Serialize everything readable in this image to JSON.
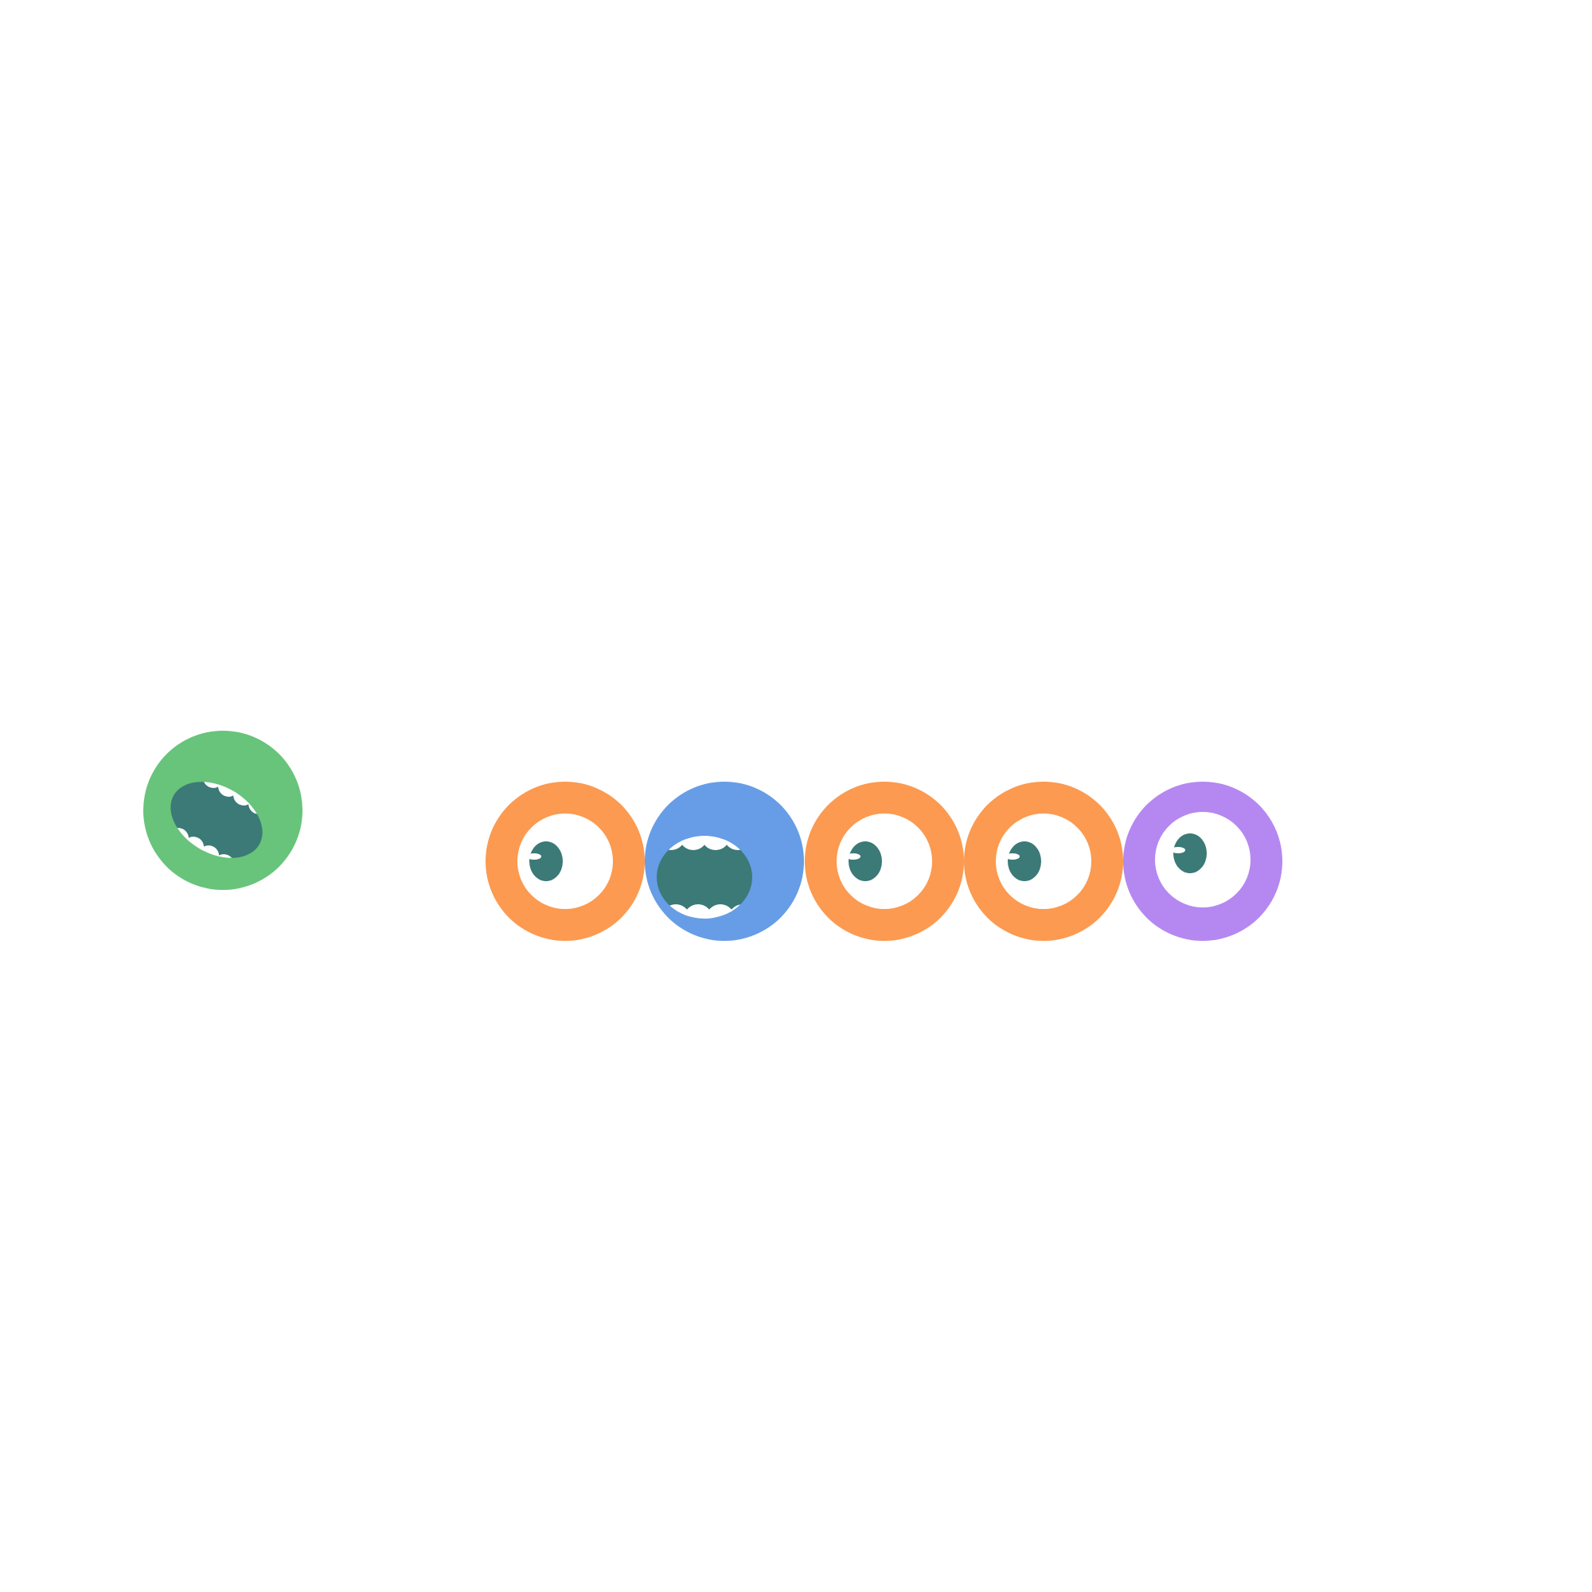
{
  "game": {
    "background": "#ffffff",
    "player": {
      "kind": "chomper",
      "color": "#67c47a",
      "mouth_color": "#3b7a76",
      "tooth_color": "#ffffff",
      "icon": "open-mouth-monster"
    },
    "queue": [
      {
        "kind": "eye",
        "color": "#fb9a50",
        "sclera": "#ffffff",
        "pupil": "#3b7a76",
        "icon": "eye-monster"
      },
      {
        "kind": "chomper",
        "color": "#669de6",
        "mouth_color": "#3b7a76",
        "tooth_color": "#ffffff",
        "icon": "open-mouth-monster"
      },
      {
        "kind": "eye",
        "color": "#fb9a50",
        "sclera": "#ffffff",
        "pupil": "#3b7a76",
        "icon": "eye-monster"
      },
      {
        "kind": "eye",
        "color": "#fb9a50",
        "sclera": "#ffffff",
        "pupil": "#3b7a76",
        "icon": "eye-monster"
      },
      {
        "kind": "eye",
        "color": "#b488f0",
        "sclera": "#ffffff",
        "pupil": "#3b7a76",
        "icon": "eye-monster"
      }
    ]
  }
}
